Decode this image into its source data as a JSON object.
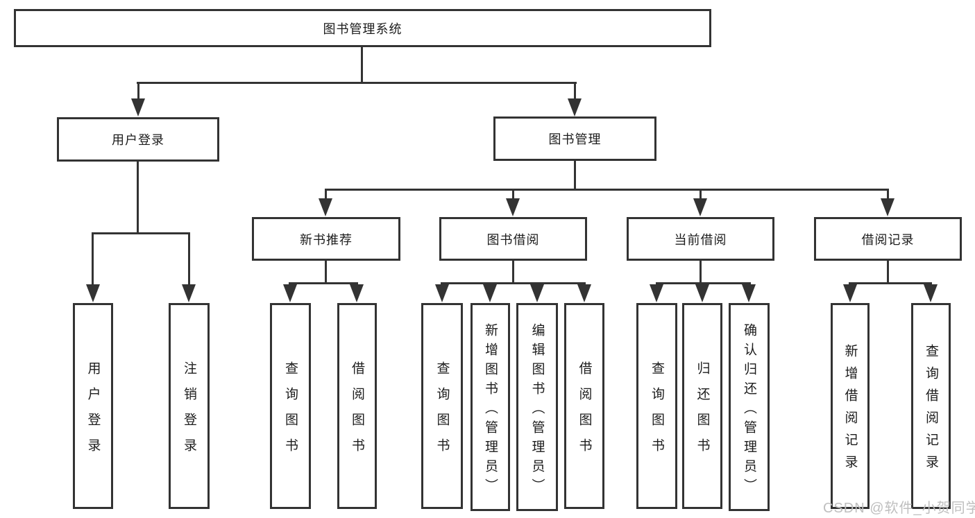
{
  "nodes": {
    "root": "图书管理系统",
    "level2": {
      "user_login": "用户登录",
      "book_mgmt": "图书管理"
    },
    "level3": {
      "new_rec": "新书推荐",
      "borrow": "图书借阅",
      "current": "当前借阅",
      "records": "借阅记录"
    },
    "leaves": {
      "user_login_1": "用户登录",
      "user_login_2": "注销登录",
      "new_rec_1": "查询图书",
      "new_rec_2": "借阅图书",
      "borrow_1": "查询图书",
      "borrow_2": "新增图书（管理员）",
      "borrow_3": "编辑图书（管理员）",
      "borrow_4": "借阅图书",
      "current_1": "查询图书",
      "current_2": "归还图书",
      "current_3": "确认归还（管理员）",
      "records_1": "新增借阅记录",
      "records_2": "查询借阅记录"
    }
  },
  "watermark": "CSDN @软件_小贺同学",
  "colors": {
    "line": "#333333",
    "text": "#1c1c1c",
    "watermark": "#bfbfbf",
    "background": "#ffffff"
  }
}
